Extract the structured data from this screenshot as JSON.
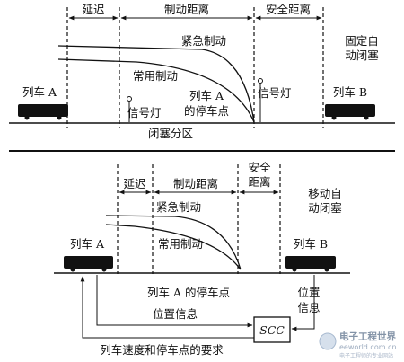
{
  "top": {
    "delay": "延迟",
    "braking": "制动距离",
    "safety": "安全距离",
    "mode_line1": "固定自",
    "mode_line2": "动闭塞",
    "emergency": "紧急制动",
    "service": "常用制动",
    "train_a": "列车 A",
    "train_b": "列车 B",
    "stop_line1": "列车 A",
    "stop_line2": "的停车点",
    "signal_left": "信号灯",
    "signal_right": "信号灯",
    "block_section": "闭塞分区"
  },
  "bottom": {
    "delay": "延迟",
    "braking": "制动距离",
    "safety_line1": "安全",
    "safety_line2": "距离",
    "mode_line1": "移动自",
    "mode_line2": "动闭塞",
    "emergency": "紧急制动",
    "service": "常用制动",
    "train_a": "列车 A",
    "train_b": "列车 B",
    "stop_point": "列车 A 的停车点",
    "position_info": "位置信息",
    "position_info_right_line1": "位置",
    "position_info_right_line2": "信息",
    "scc": "SCC",
    "requirement": "列车速度和停车点的要求"
  },
  "watermark": {
    "title": "电子工程世界",
    "url": "eeworld.com.cn",
    "sub": "电子工程师的专业网站"
  }
}
